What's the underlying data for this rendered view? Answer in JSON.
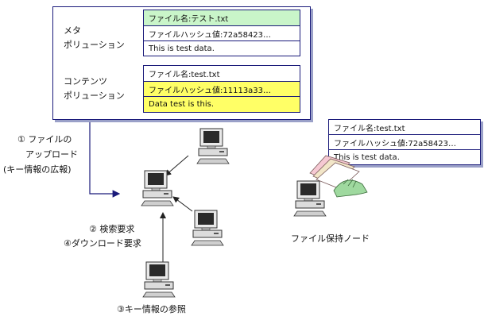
{
  "labels": {
    "meta_line1": "メタ",
    "meta_line2": "ポリューション",
    "content_line1": "コンテンツ",
    "content_line2": "ポリューション",
    "upload_line1": "① ファイルの",
    "upload_line2": "アップロード",
    "upload_line3": "(キー情報の広報)",
    "search_line1": "② 検索要求",
    "search_line2": "④ダウンロード要求",
    "reference": "③キー情報の参照",
    "holder": "ファイル保持ノード"
  },
  "meta_table": [
    "ファイル名:テスト.txt",
    "ファイルハッシュ値:72a58423…",
    "This is test data."
  ],
  "content_table": [
    "ファイル名:test.txt",
    "ファイルハッシュ値:11113a33…",
    "Data test is this."
  ],
  "holder_table": [
    "ファイル名:test.txt",
    "ファイルハッシュ値:72a58423…",
    "This is test data."
  ],
  "colors": {
    "line": "#1a1a7a",
    "meta_name_fill": "#c9f5c9",
    "content_yellow": "#ffff66",
    "shadow": "#9aa0c8"
  },
  "icons": [
    "computer-icon",
    "document-icon",
    "hand-icon"
  ]
}
